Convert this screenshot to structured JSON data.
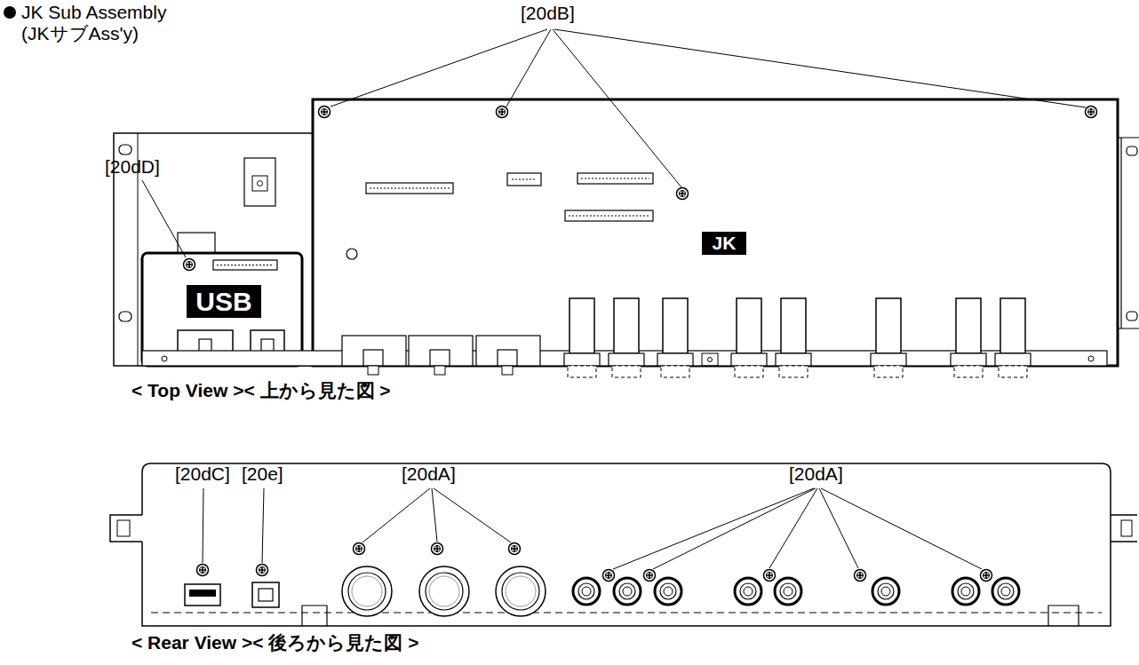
{
  "diagram": {
    "title": "JK Sub Assembly (JKサブAss'y)",
    "nodes": [
      {
        "text": [
          "JK"
        ]
      },
      {
        "text": [
          "USB"
        ]
      }
    ],
    "labels": [
      "[20dB]",
      "[20dD]",
      "< Top View >< 上から見た図 >",
      "[20dC]",
      "[20e]",
      "[20dA]",
      "[20dA]",
      "< Rear View >< 後ろから見た図 >"
    ]
  }
}
